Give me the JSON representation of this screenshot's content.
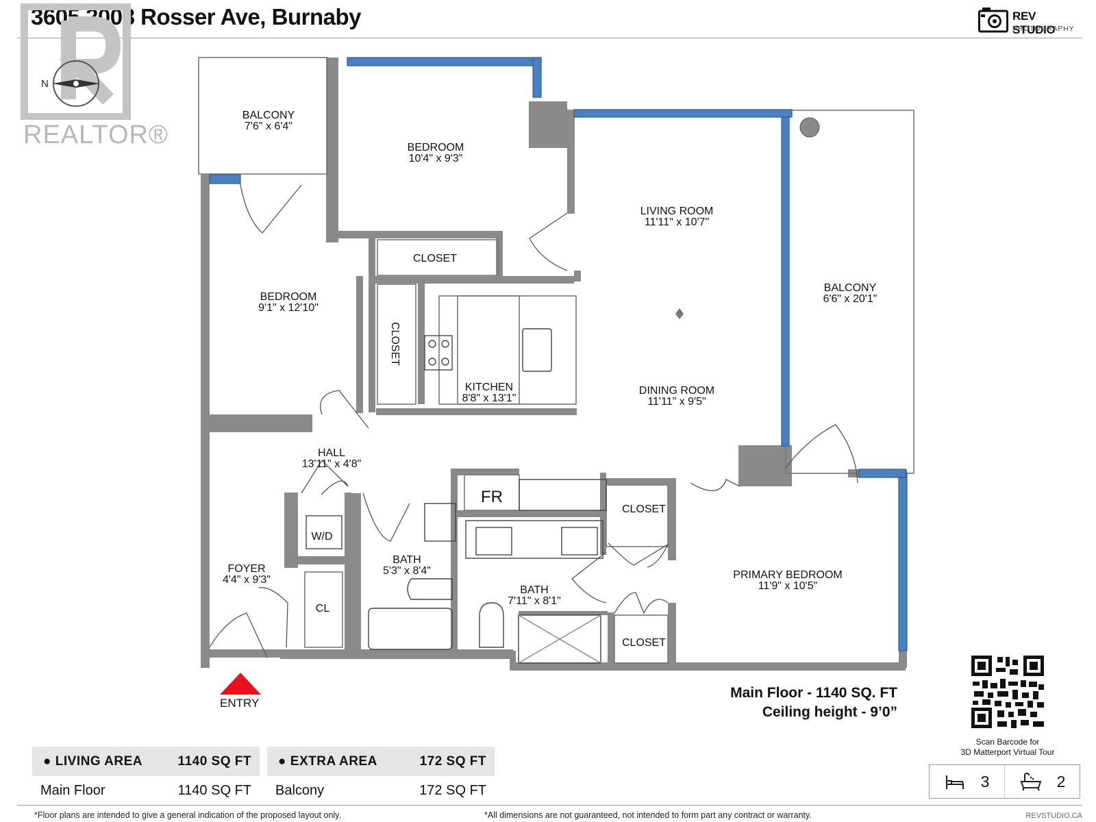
{
  "header": {
    "address": "3605 2008 Rosser Ave, Burnaby",
    "brand_name": "REV STUDIO",
    "brand_sub": "PHOTOGRAPHY"
  },
  "watermark": {
    "text": "REALTOR®",
    "compass_letter": "N"
  },
  "rooms": [
    {
      "key": "balcony1",
      "name": "BALCONY",
      "dims": "7'6\" x 6'4\""
    },
    {
      "key": "bedroom1",
      "name": "BEDROOM",
      "dims": "10'4\" x 9'3\""
    },
    {
      "key": "living",
      "name": "LIVING ROOM",
      "dims": "11'11\" x 10'7\""
    },
    {
      "key": "bedroom2",
      "name": "BEDROOM",
      "dims": "9'1\" x 12'10\""
    },
    {
      "key": "closet_top",
      "name": "CLOSET",
      "dims": ""
    },
    {
      "key": "closet_vert",
      "name": "CLOSET",
      "dims": ""
    },
    {
      "key": "balcony2",
      "name": "BALCONY",
      "dims": "6'6\" x 20'1\""
    },
    {
      "key": "kitchen",
      "name": "KITCHEN",
      "dims": "8'8\" x 13'1\""
    },
    {
      "key": "dining",
      "name": "DINING ROOM",
      "dims": "11'11\" x 9'5\""
    },
    {
      "key": "hall",
      "name": "HALL",
      "dims": "13'11\" x 4'8\""
    },
    {
      "key": "wd",
      "name": "W/D",
      "dims": ""
    },
    {
      "key": "foyer",
      "name": "FOYER",
      "dims": "4'4\" x 9'3\""
    },
    {
      "key": "cl",
      "name": "CL",
      "dims": ""
    },
    {
      "key": "bath1",
      "name": "BATH",
      "dims": "5'3\" x 8'4\""
    },
    {
      "key": "fr",
      "name": "FR",
      "dims": ""
    },
    {
      "key": "bath2",
      "name": "BATH",
      "dims": "7'11\" x 8'1\""
    },
    {
      "key": "closet_pb1",
      "name": "CLOSET",
      "dims": ""
    },
    {
      "key": "closet_pb2",
      "name": "CLOSET",
      "dims": ""
    },
    {
      "key": "primary",
      "name": "PRIMARY BEDROOM",
      "dims": "11'9\" x 10'5\""
    }
  ],
  "entry_label": "ENTRY",
  "floor_info": {
    "line1": "Main Floor - 1140 SQ. FT",
    "line2": "Ceiling height - 9’0”"
  },
  "qr": {
    "caption1": "Scan Barcode for",
    "caption2": "3D Matterport Virtual Tour"
  },
  "counts": {
    "bedrooms": "3",
    "bathrooms": "2",
    "bed_icon": "bed-icon",
    "bath_icon": "bathtub-icon"
  },
  "areas": {
    "living": {
      "label": "LIVING AREA",
      "total": "1140 SQ FT",
      "row_label": "Main Floor",
      "row_value": "1140 SQ FT"
    },
    "extra": {
      "label": "EXTRA AREA",
      "total": "172 SQ FT",
      "row_label": "Balcony",
      "row_value": "172 SQ FT"
    }
  },
  "footer": {
    "note_left": "*Floor plans are intended to give a general indication of the proposed layout only.",
    "note_right": "*All dimensions are not guaranteed, not intended to form part any contract or warranty.",
    "site": "REVSTUDIO.CA"
  },
  "colors": {
    "wall": "#8a8a8a",
    "window": "#4a7fc0",
    "entry_arrow": "#e8101b",
    "table_head": "#e5e5e5"
  }
}
